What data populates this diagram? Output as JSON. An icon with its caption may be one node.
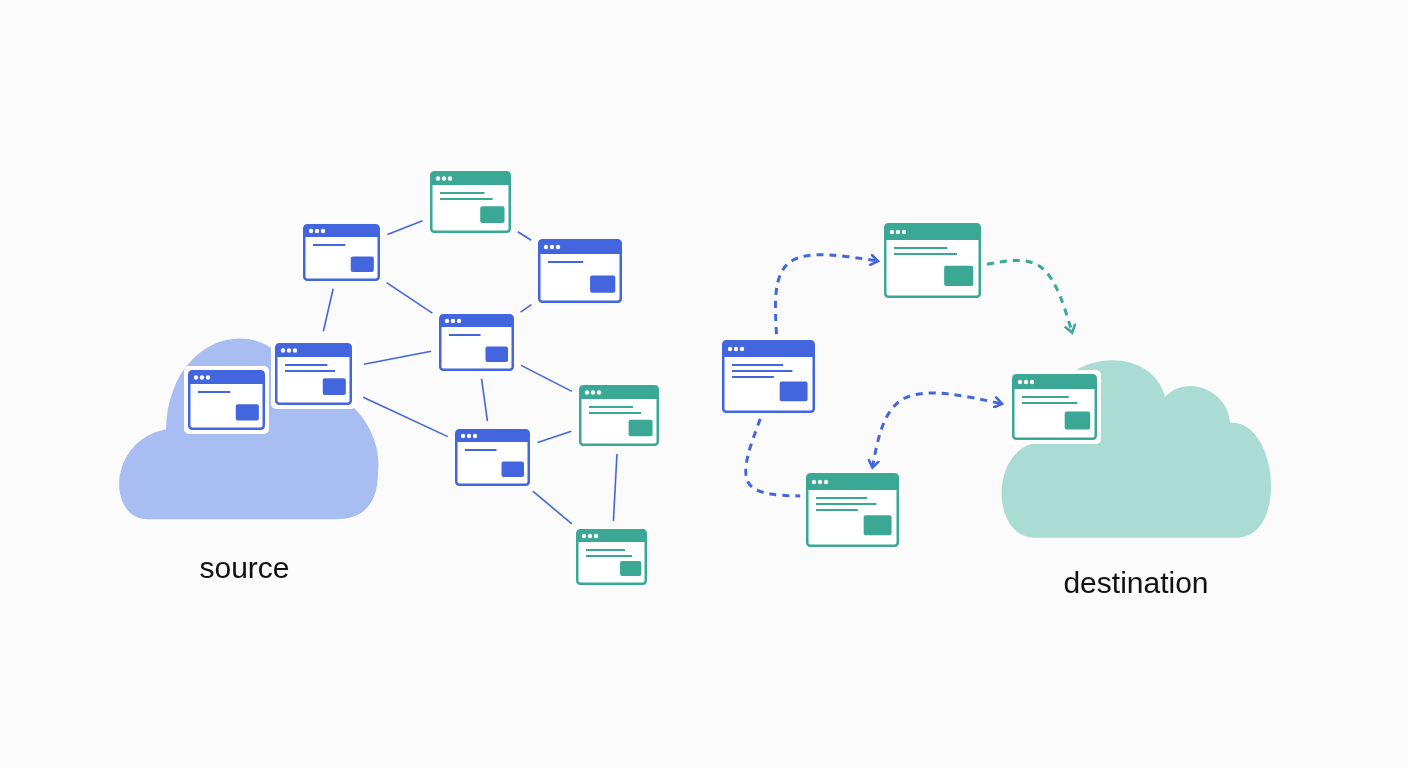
{
  "diagram": {
    "nodes": [
      {
        "text": [
          "source"
        ]
      },
      {
        "text": [],
        "shape": "window",
        "in": 0
      },
      {
        "text": [],
        "shape": "window",
        "in": 0
      },
      {
        "text": [],
        "shape": "window"
      },
      {
        "text": [],
        "shape": "window"
      },
      {
        "text": [],
        "shape": "window"
      },
      {
        "text": [],
        "shape": "window"
      },
      {
        "text": [],
        "shape": "window"
      },
      {
        "text": [],
        "shape": "window"
      },
      {
        "text": [],
        "shape": "window"
      },
      {
        "text": [],
        "shape": "window"
      },
      {
        "text": [],
        "shape": "window"
      },
      {
        "text": [],
        "shape": "window"
      },
      {
        "text": [
          "destination"
        ]
      },
      {
        "text": [],
        "shape": "window",
        "in": 13
      }
    ],
    "edges": [
      {
        "from": 3,
        "to": 4,
        "arrow": "none"
      },
      {
        "from": 4,
        "to": 5,
        "arrow": "none"
      },
      {
        "from": 3,
        "to": 6,
        "arrow": "none"
      },
      {
        "from": 5,
        "to": 6,
        "arrow": "none"
      },
      {
        "from": 2,
        "to": 3,
        "arrow": "none"
      },
      {
        "from": 2,
        "to": 6,
        "arrow": "none"
      },
      {
        "from": 2,
        "to": 8,
        "arrow": "none"
      },
      {
        "from": 6,
        "to": 7,
        "arrow": "none"
      },
      {
        "from": 6,
        "to": 8,
        "arrow": "none"
      },
      {
        "from": 8,
        "to": 7,
        "arrow": "none"
      },
      {
        "from": 8,
        "to": 9,
        "arrow": "none"
      },
      {
        "from": 7,
        "to": 9,
        "arrow": "none"
      },
      {
        "from": 10,
        "to": 11,
        "arrow": "to",
        "style": "dashed"
      },
      {
        "from": 11,
        "to": 13,
        "arrow": "to",
        "style": "dashed",
        "color": "#3aa894"
      },
      {
        "from": 12,
        "to": 14,
        "arrow": "both",
        "style": "dashed"
      },
      {
        "from": 10,
        "to": 12,
        "arrow": "none",
        "style": "dashed"
      }
    ]
  }
}
